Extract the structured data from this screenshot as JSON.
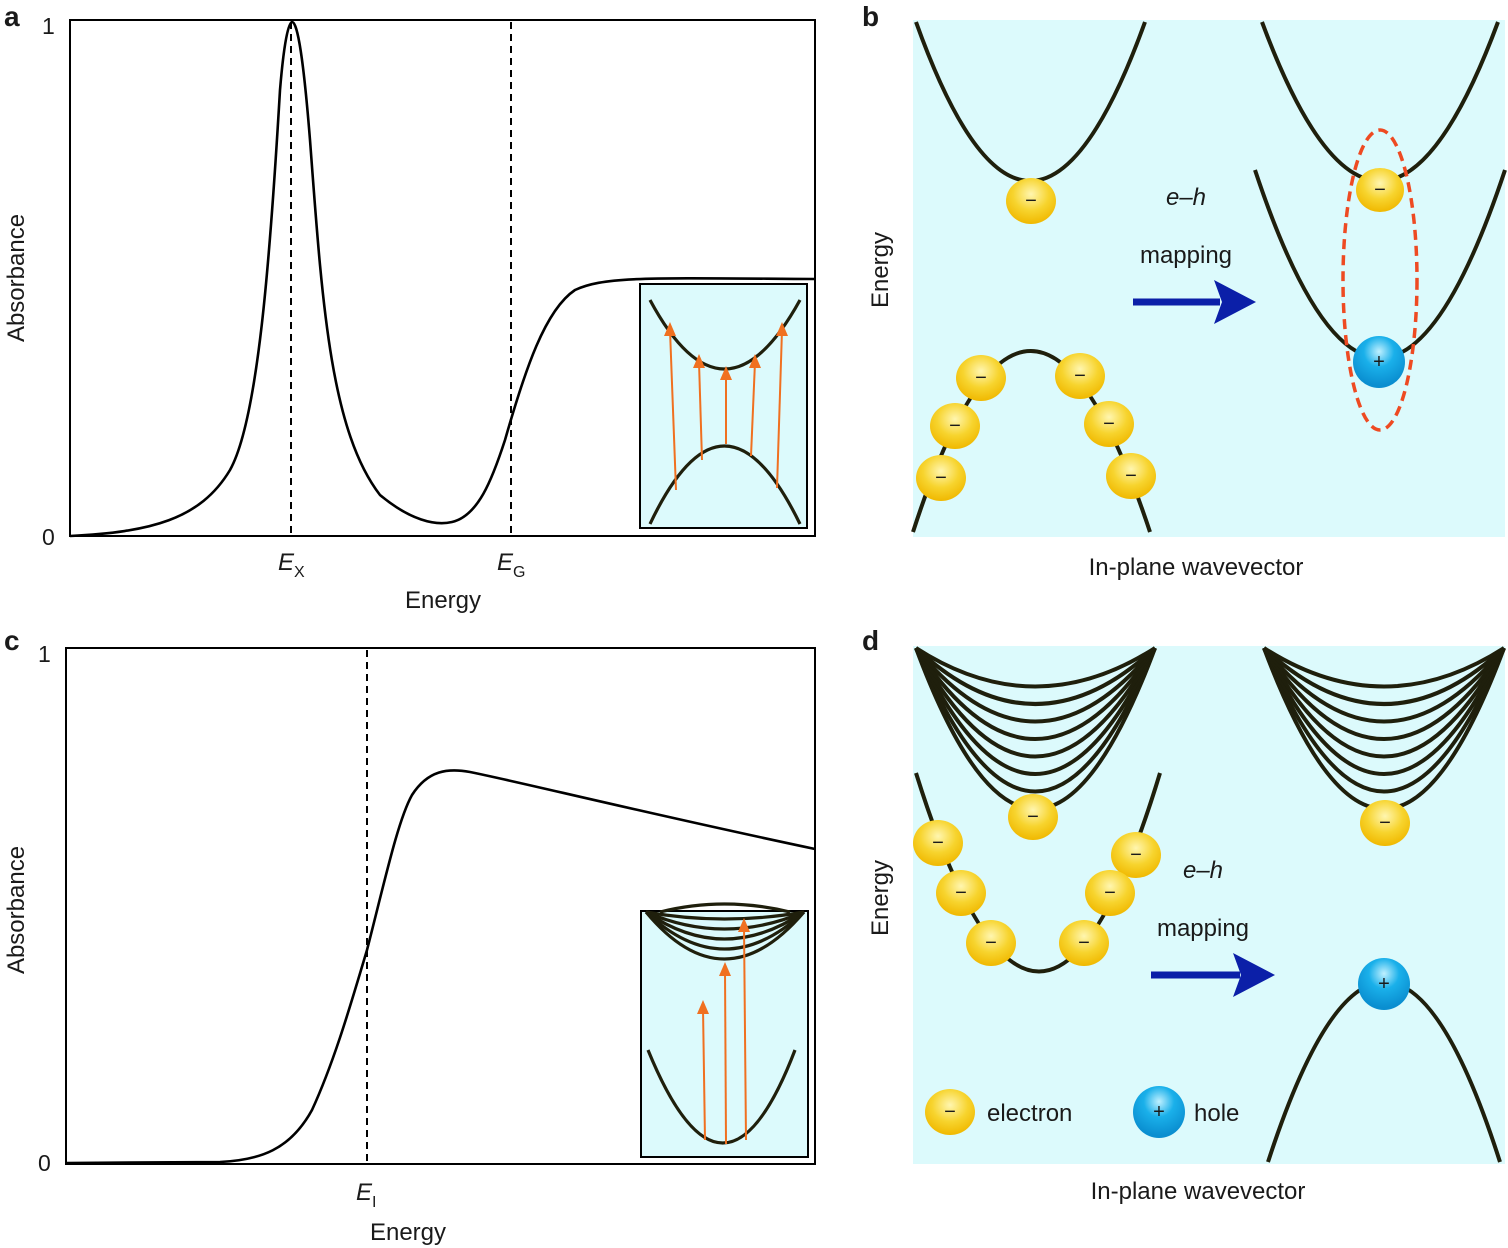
{
  "panels": {
    "a": {
      "letter": "a",
      "y_top": "1",
      "y_bottom": "0",
      "ylabel": "Absorbance",
      "xlabel": "Energy",
      "marker1": {
        "main": "E",
        "sub": "X"
      },
      "marker2": {
        "main": "E",
        "sub": "G"
      }
    },
    "b": {
      "letter": "b",
      "ylabel": "Energy",
      "xlabel": "In-plane wavevector",
      "mapping_line1": "e–h",
      "mapping_line2": "mapping"
    },
    "c": {
      "letter": "c",
      "y_top": "1",
      "y_bottom": "0",
      "ylabel": "Absorbance",
      "xlabel": "Energy",
      "marker1": {
        "main": "E",
        "sub": "I"
      }
    },
    "d": {
      "letter": "d",
      "ylabel": "Energy",
      "xlabel": "In-plane wavevector",
      "mapping_line1": "e–h",
      "mapping_line2": "mapping",
      "legend": {
        "electron": "electron",
        "hole": "hole"
      }
    }
  },
  "symbols": {
    "electron_sign": "−",
    "hole_sign": "+"
  },
  "colors": {
    "panel_bg": "#dcfafc",
    "band": "#1f1f0c",
    "electron": "#f7d02a",
    "hole": "#1aa6e2",
    "mapping_arrow": "#0b1fa8",
    "transition_arrow": "#f07020",
    "exciton_ellipse": "#ee4a22"
  }
}
